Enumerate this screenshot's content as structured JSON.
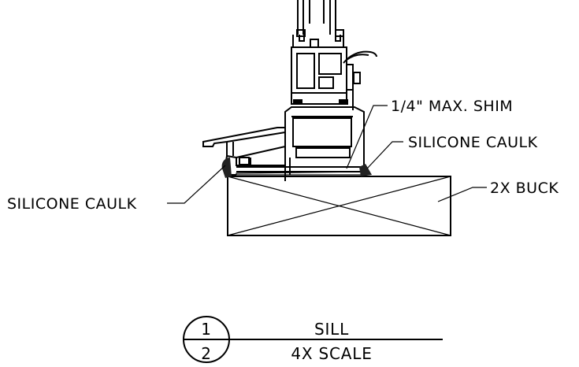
{
  "annotations": {
    "shim": "1/4\" MAX. SHIM",
    "caulk_right": "SILICONE CAULK",
    "caulk_left": "SILICONE CAULK",
    "buck": "2X BUCK"
  },
  "title_block": {
    "detail_number": "1",
    "sheet_number": "2",
    "title": "SILL",
    "scale": "4X SCALE"
  }
}
